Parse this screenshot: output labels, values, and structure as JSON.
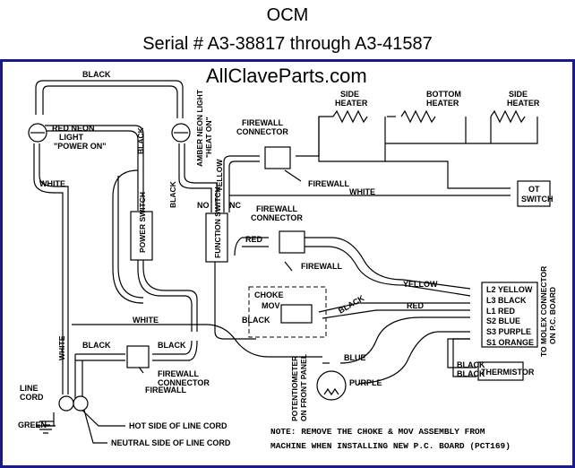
{
  "header": {
    "title": "OCM",
    "serial": "Serial # A3-38817 through A3-41587"
  },
  "watermark": "AllClaveParts.com",
  "labels": {
    "black_top": "BLACK",
    "red_neon_1": "RED NEON",
    "red_neon_2": "LIGHT",
    "red_neon_3": "\"POWER ON\"",
    "amber_neon_1": "AMBER NEON LIGHT",
    "amber_neon_2": "\"HEAT ON\"",
    "black_v1": "BLACK",
    "black_v2": "BLACK",
    "white_left": "WHITE",
    "yellow_v": "YELLOW",
    "fw_conn_1a": "FIREWALL",
    "fw_conn_1b": "CONNECTOR",
    "fw_conn_2a": "FIREWALL",
    "fw_conn_2b": "CONNECTOR",
    "fw_conn_3a": "FIREWALL",
    "fw_conn_3b": "CONNECTOR",
    "firewall_1": "FIREWALL",
    "firewall_2": "FIREWALL",
    "side_heater_l1": "SIDE",
    "side_heater_l2": "HEATER",
    "bottom_heater_1": "BOTTOM",
    "bottom_heater_2": "HEATER",
    "side_heater_r1": "SIDE",
    "side_heater_r2": "HEATER",
    "white_mid": "WHITE",
    "ot_1": "OT",
    "ot_2": "SWITCH",
    "no": "NO",
    "nc": "NC",
    "power_switch": "POWER SWITCH",
    "function_switch": "FUNCTION SWITCH",
    "red_small": "RED",
    "yellow_long": "YELLOW",
    "choke": "CHOKE",
    "mov": "MOV",
    "black_choke": "BLACK",
    "black_diag": "BLACK",
    "red_long": "RED",
    "white_long": "WHITE",
    "black_low1": "BLACK",
    "black_low2": "BLACK",
    "white_vert": "WHITE",
    "line_cord_1": "LINE",
    "line_cord_2": "CORD",
    "green": "GREEN",
    "hot_side": "HOT SIDE OF LINE CORD",
    "neutral_side": "NEUTRAL SIDE OF LINE CORD",
    "pot_1": "POTENTIOMETER",
    "pot_2": "ON FRONT PANEL",
    "blue": "BLUE",
    "purple": "PURPLE",
    "black_th1": "BLACK",
    "black_th2": "BLACK",
    "thermistor": "THERMISTOR",
    "molex_1": "TO MOLEX CONNECTOR",
    "molex_2": "ON P.C. BOARD",
    "pins": [
      "L2 YELLOW",
      "L3 BLACK",
      "L1 RED",
      "S2 BLUE",
      "S3 PURPLE",
      "S1 ORANGE"
    ],
    "note_1": "NOTE: REMOVE THE CHOKE & MOV ASSEMBLY FROM",
    "note_2": "MACHINE WHEN INSTALLING NEW P.C. BOARD (PCT169)"
  }
}
